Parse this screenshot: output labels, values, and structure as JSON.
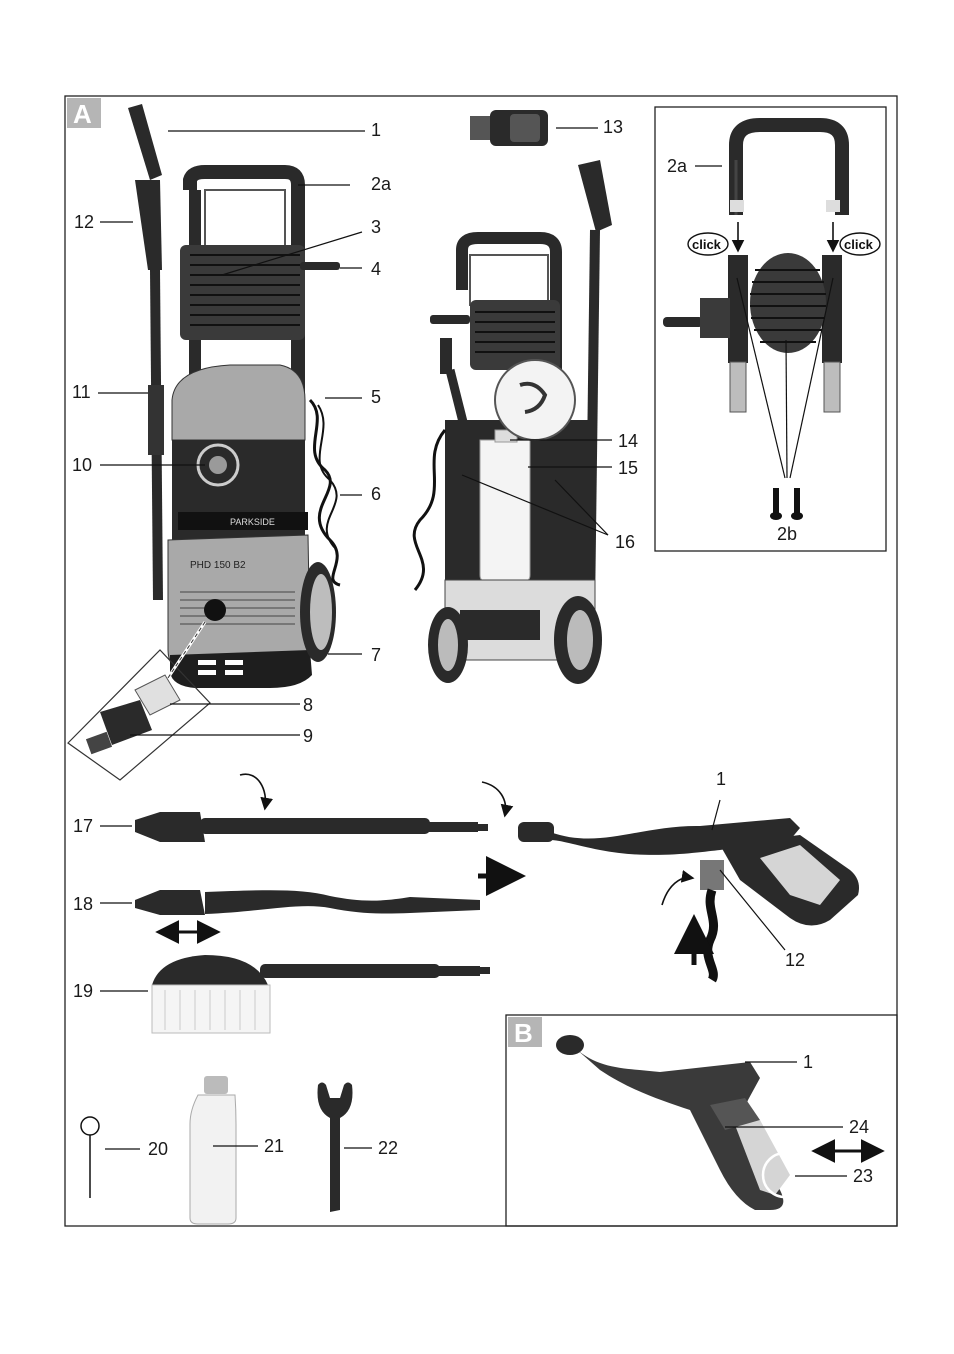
{
  "panels": {
    "a": {
      "tag": "A"
    },
    "b": {
      "tag": "B"
    }
  },
  "device": {
    "model": "PHD 150 B2",
    "brand": "PARKSIDE"
  },
  "inset": {
    "click_left": "click",
    "click_right": "click"
  },
  "labels": {
    "l1": "1",
    "l2a": "2a",
    "l3": "3",
    "l4": "4",
    "l5": "5",
    "l6": "6",
    "l7": "7",
    "l8": "8",
    "l9": "9",
    "l10": "10",
    "l11": "11",
    "l12": "12",
    "l13": "13",
    "l14": "14",
    "l15": "15",
    "l16": "16",
    "inset_2a": "2a",
    "inset_2b": "2b",
    "l17": "17",
    "l18": "18",
    "l19": "19",
    "gun_1": "1",
    "gun_12": "12",
    "l20": "20",
    "l21": "21",
    "l22": "22",
    "b_1": "1",
    "b_24": "24",
    "b_23": "23"
  },
  "colors": {
    "machine_dark": "#2a2a2a",
    "machine_grey": "#a9a9a9",
    "tag_bg": "#b5b5b5"
  }
}
